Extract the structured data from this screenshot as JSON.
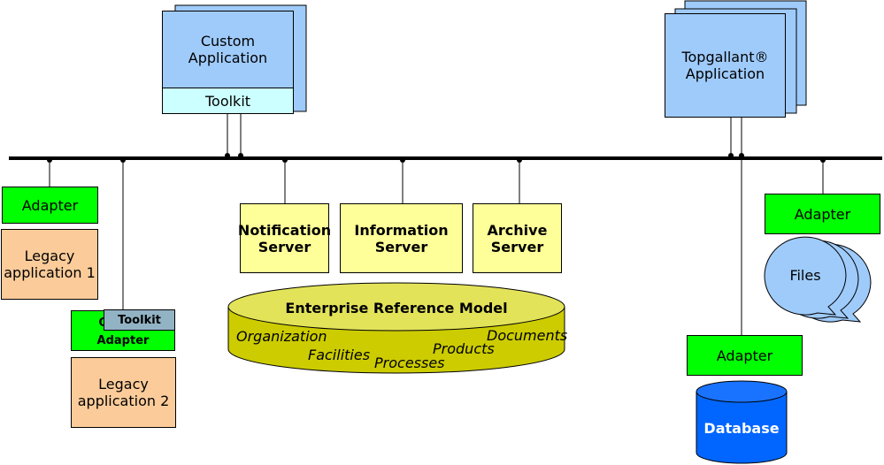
{
  "custom_app": {
    "label": "Custom\nApplication",
    "toolkit": "Toolkit"
  },
  "topgallant": {
    "label": "Topgallant®\nApplication"
  },
  "left": {
    "adapter": "Adapter",
    "legacy1": "Legacy\napplication 1",
    "toolkit": "Toolkit",
    "custom_adapter": "Custom Adapter",
    "legacy2": "Legacy\napplication 2"
  },
  "servers": {
    "notification": "Notification\nServer",
    "information": "Information\nServer",
    "archive": "Archive\nServer"
  },
  "erm": {
    "title": "Enterprise Reference Model",
    "items": {
      "organization": "Organization",
      "documents": "Documents",
      "products": "Products",
      "facilities": "Facilities",
      "processes": "Processes"
    }
  },
  "right": {
    "adapter_files": "Adapter",
    "files": "Files",
    "adapter_db": "Adapter",
    "database": "Database"
  },
  "colors": {
    "blue": "#9fcbfb",
    "cyan": "#ccffff",
    "green": "#00ff00",
    "orange": "#fbcc9a",
    "yellow": "#ffff99",
    "olive": "#cccc00",
    "db_blue": "#0066ff"
  }
}
